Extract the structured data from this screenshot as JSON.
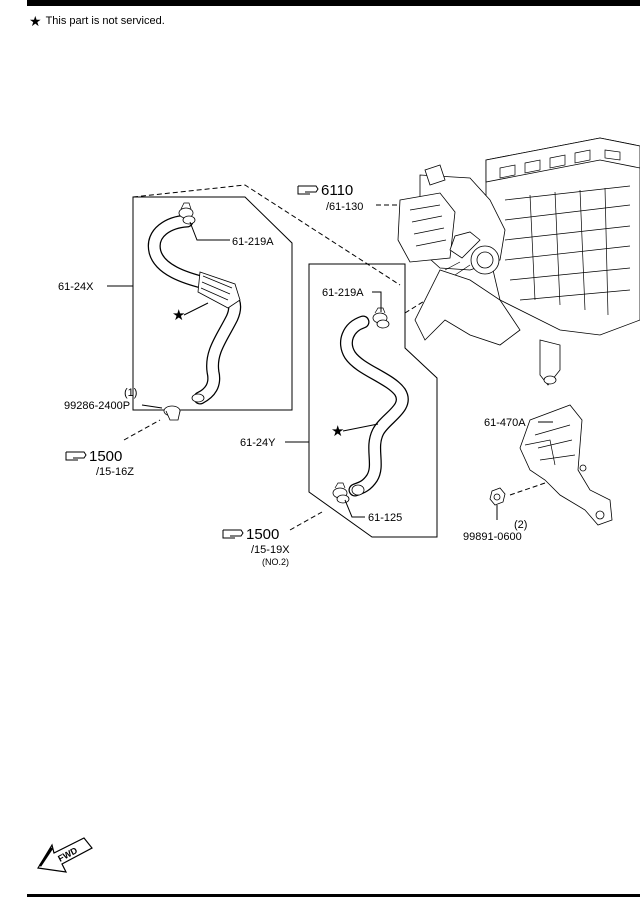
{
  "header": {
    "note_symbol": "★",
    "note_text": "This part is not serviced."
  },
  "diagram": {
    "ref_heater_unit": {
      "number": "6110",
      "sub": "/61-130"
    },
    "ref_left": {
      "number": "1500",
      "sub": "/15-16Z"
    },
    "ref_right": {
      "number": "1500",
      "sub": "/15-19X",
      "note": "(NO.2)"
    },
    "labels": {
      "hose_upper": "61-24X",
      "hose_lower": "61-24Y",
      "clamp_upper_left": "61-219A",
      "clamp_upper_right": "61-219A",
      "clamp_lower": "61-125",
      "bracket": "61-470A",
      "clip_qty": "(1)",
      "clip_part": "99286-2400P",
      "nut_qty": "(2)",
      "nut_part": "99891-0600"
    },
    "star_symbol": "★",
    "fwd_label": "FWD"
  }
}
